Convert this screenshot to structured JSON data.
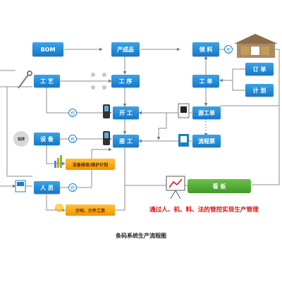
{
  "nodes": {
    "bom": "BOM",
    "product": "产成品",
    "material": "领 料",
    "process": "工 艺",
    "procedure": "工 序",
    "work_order": "工 单",
    "order": "订 单",
    "plan": "计 划",
    "start_work": "开 工",
    "report_work": "报 工",
    "source_work_order": "源工单",
    "flow_ticket": "流程票",
    "equipment": "设 备",
    "personnel": "人 员",
    "kanban": "看 板"
  },
  "labels": {
    "control": "控",
    "equipment_plan": "设备维保/维护计划",
    "wage": "计时、计件工资",
    "badge": "铭牌"
  },
  "slogan": "通过人、机、料、法的管控实现生产管理",
  "caption": "条码系统生产流程图",
  "colors": {
    "node_blue": "#1a7fc4",
    "accent_orange": "#f29400",
    "accent_green": "#4aa52e",
    "slogan_red": "#e01010",
    "line_gray": "#8c8c8c"
  }
}
